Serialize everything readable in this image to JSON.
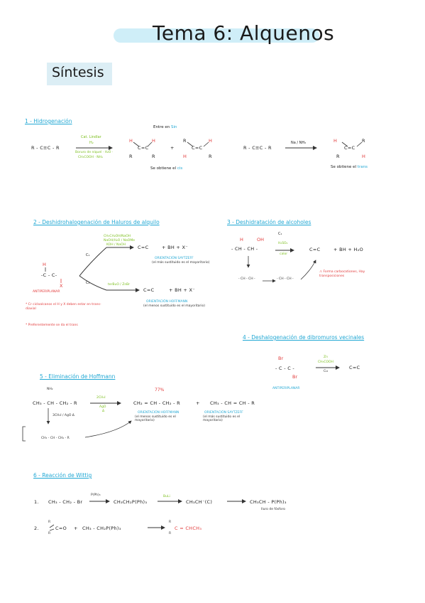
{
  "header": {
    "title": "Tema 6: Alquenos",
    "subtitle": "Síntesis"
  },
  "s1": {
    "heading": "1 - Hidrogenación",
    "reactant": "R - C≡C - R",
    "reagent_top": "Cat. Lindlar",
    "reagent_h2": "H₂",
    "reagent_bottom1": "Boruro de níquel · H₂O ·",
    "reagent_bottom2": "CH₃COOH · NH₄",
    "note_prefix": "Entre en",
    "note_highlight": "Sin",
    "product_a": "C=C",
    "plus": "+",
    "product_b": "C=C",
    "result_prefix": "Se obtiene el",
    "result_highlight": "cis",
    "reactant2": "R - C≡C - R",
    "reagent2": "Na / NH₃",
    "product2": "C=C",
    "result2_prefix": "Se obtiene el",
    "result2_highlight": "trans"
  },
  "s2": {
    "heading": "2 - Deshidrohalogenación de Haluros de alquilo",
    "substrate": "-C - C-",
    "antiperiplanar": "ANTIPERIPLANAR",
    "base_top1": "CH₃CH₂OH/NaOH",
    "base_top2": "NaOH/H₂O / NaOMe",
    "base_top3": "KOH / NaOH",
    "product_top": "C=C",
    "product_top_extra": "+ BH + X⁻",
    "orient_top": "ORIENTACIÓN SAYTZEFF",
    "orient_top_desc": "(el más sustituido es el mayoritario)",
    "base_bottom": "terBuO / ZnBr",
    "product_bottom": "C=C",
    "product_bottom_extra": "+ BH + X⁻",
    "orient_bottom": "ORIENTACIÓN HOFFMANN",
    "orient_bottom_desc": "(el menos sustituido es el mayoritario)",
    "note1": "* Cr cicloalcanos el H y X deben estar en trans-diaxial",
    "note2": "* Preferentemente se da el trans"
  },
  "s3": {
    "heading": "3 - Deshidratación de alcoholes",
    "substrate": "- CH - CH -",
    "reagent_top": "H₂SO₄",
    "reagent_bottom": "calor",
    "product": "C=C",
    "product_extra": "+ BH + H₂O",
    "warning": "Forma carbocationes, Hay transposiciones",
    "intermediate": "- CH - CH -"
  },
  "s4": {
    "heading": "4 - Deshalogenación de dibromuros vecinales",
    "substrate": "- C - C -",
    "reagent_top": "Zn",
    "reagent_mid": "CH₃COOH",
    "reagent_bottom": "Cu",
    "product": "C=C",
    "antiperiplanar": "ANTIPERIPLANAR"
  },
  "s5": {
    "heading": "5 - Eliminación de Hoffmann",
    "substrate": "CH₃ - CH - CH₂ - R",
    "reagent_top": "2CH₃I",
    "reagent_bottom1": "AgO",
    "reagent_bottom2": "Δ",
    "yield": "77%",
    "product1": "CH₂ = CH - CH₂ - R",
    "plus": "+",
    "product2": "CH₃ - CH = CH - R",
    "orient1": "ORIENTACIÓN HOFFMANN",
    "orient1_desc": "(el menos sustituido es el mayoritario)",
    "orient2": "ORIENTACIÓN SAYTZEFF",
    "orient2_desc": "(el más sustituido es el mayoritario)",
    "side_reagents": "3CH₃I / AgO Δ",
    "intermediate": "CH₃ - CH - CH₂ - R"
  },
  "s6": {
    "heading": "6 - Reacción de Wittig",
    "row1_num": "1.",
    "row1_reactant": "CH₃ - CH₂ - Br",
    "row1_reagent": "P(Ph)₃",
    "row1_inter": "CH₃CH₂P(Ph)₃",
    "row1_base": "BuLi",
    "row1_inter2": "CH₃CH⁻(C)",
    "row1_product": "CH₃CH - P(Ph)₃",
    "row1_note": "Iluro de fósforo",
    "row2_num": "2.",
    "row2_reactant": "C=O",
    "row2_plus": "+",
    "row2_reagent": "CH₃ - CH₂P(Ph)₃",
    "row2_product": "C = CHCH₃"
  }
}
